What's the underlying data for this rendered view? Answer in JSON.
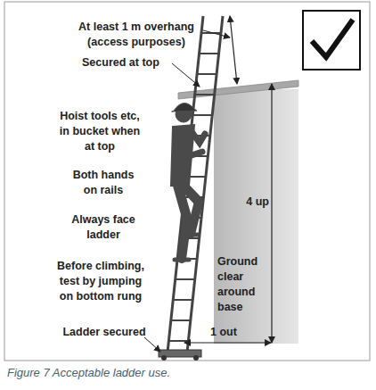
{
  "diagram": {
    "caption": "Figure 7 Acceptable ladder use.",
    "labels": [
      "At least 1 m overhang (access purposes)",
      "Secured at top",
      "Hoist tools etc, in bucket when at top",
      "Both hands on rails",
      "Always face ladder",
      "Before climbing, test by jumping on bottom rung",
      "Ladder secured",
      "4 up",
      "Ground clear around base",
      "1 out"
    ]
  }
}
